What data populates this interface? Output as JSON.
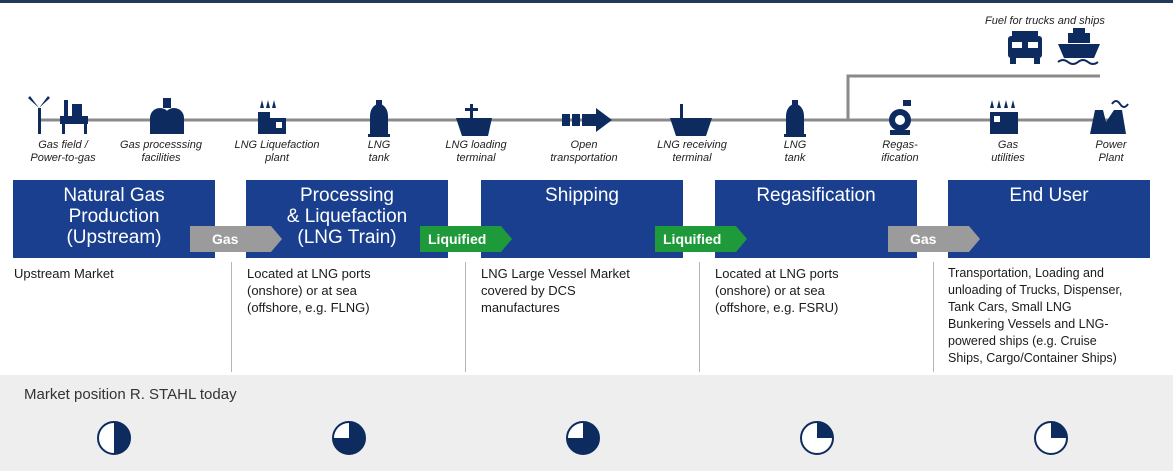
{
  "header": {
    "fuel_label": "Fuel for trucks and ships"
  },
  "chain_icons": [
    {
      "label": "Gas field /\nPower-to-gas",
      "icon": "wind-turbine-oil-rig-icon"
    },
    {
      "label": "Gas processsing\nfacilities",
      "icon": "processing-facility-icon"
    },
    {
      "label": "LNG Liquefaction\nplant",
      "icon": "liquefaction-plant-icon"
    },
    {
      "label": "LNG\ntank",
      "icon": "lng-tank-icon"
    },
    {
      "label": "LNG loading\nterminal",
      "icon": "loading-ship-icon"
    },
    {
      "label": "Open\ntransportation",
      "icon": "transport-arrow-icon"
    },
    {
      "label": "LNG receiving\nterminal",
      "icon": "receiving-ship-icon"
    },
    {
      "label": "LNG\ntank",
      "icon": "lng-tank-icon"
    },
    {
      "label": "Regas-\nification",
      "icon": "regasification-icon"
    },
    {
      "label": "Gas\nutilities",
      "icon": "gas-utilities-icon"
    },
    {
      "label": "Power\nPlant",
      "icon": "power-plant-icon"
    }
  ],
  "stages": [
    {
      "lines": [
        "Natural Gas",
        "Production",
        "(Upstream)"
      ],
      "desc": [
        "Upstream Market"
      ]
    },
    {
      "lines": [
        "Processing",
        "& Liquefaction",
        "(LNG Train)"
      ],
      "desc": [
        "Located at LNG ports",
        "(onshore) or at sea",
        "(offshore, e.g. FLNG)"
      ]
    },
    {
      "lines": [
        "Shipping"
      ],
      "desc": [
        "LNG Large Vessel Market",
        "covered by DCS",
        "manufactures"
      ]
    },
    {
      "lines": [
        "Regasification"
      ],
      "desc": [
        "Located at LNG ports",
        "(onshore) or at sea",
        "(offshore, e.g. FSRU)"
      ]
    },
    {
      "lines": [
        "End User"
      ],
      "desc": [
        "Transportation, Loading and",
        "unloading of Trucks, Dispenser,",
        "Tank Cars, Small LNG",
        "Bunkering Vessels and LNG-",
        "powered ships (e.g. Cruise",
        "Ships, Cargo/Container Ships)"
      ]
    }
  ],
  "transitions": [
    {
      "label": "Gas",
      "color": "gray"
    },
    {
      "label": "Liquified",
      "color": "green"
    },
    {
      "label": "Liquified",
      "color": "green"
    },
    {
      "label": "Gas",
      "color": "gray"
    }
  ],
  "market": {
    "title": "Market position R. STAHL today",
    "positions": [
      0.5,
      0.75,
      0.75,
      0.25,
      0.25
    ]
  },
  "colors": {
    "stage_blue": "#1a3f8f",
    "navy": "#0d2b5e",
    "gas_gray": "#9b9b9b",
    "liquified_green": "#1e9a3b"
  }
}
